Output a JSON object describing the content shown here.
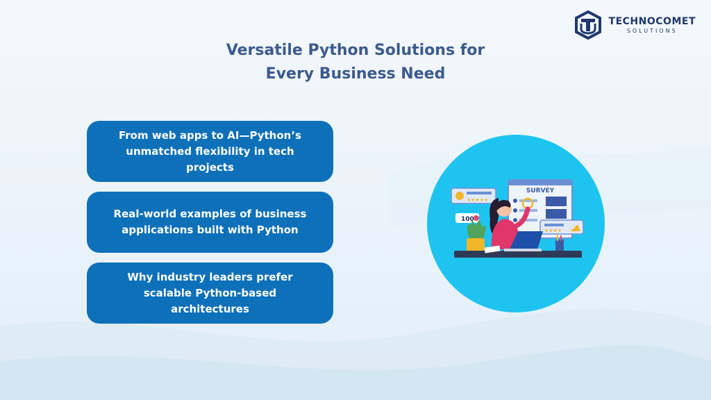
{
  "brand": {
    "name": "TECHNOCOMET",
    "sub": "SOLUTIONS"
  },
  "title": {
    "line1": "Versatile Python Solutions for",
    "line2": "Every Business Need"
  },
  "cards": [
    {
      "text": "From web apps to AI—Python’s unmatched flexibility in tech projects"
    },
    {
      "text": "Real-world examples of business applications built with Python"
    },
    {
      "text": "Why industry leaders prefer scalable Python-based architectures"
    }
  ],
  "illustration": {
    "survey_label": "SURVEY",
    "badge": "100"
  },
  "colors": {
    "card": "#0d70b8",
    "title": "#3d5a8e",
    "circle": "#1ec4ef",
    "brand": "#20376d"
  }
}
